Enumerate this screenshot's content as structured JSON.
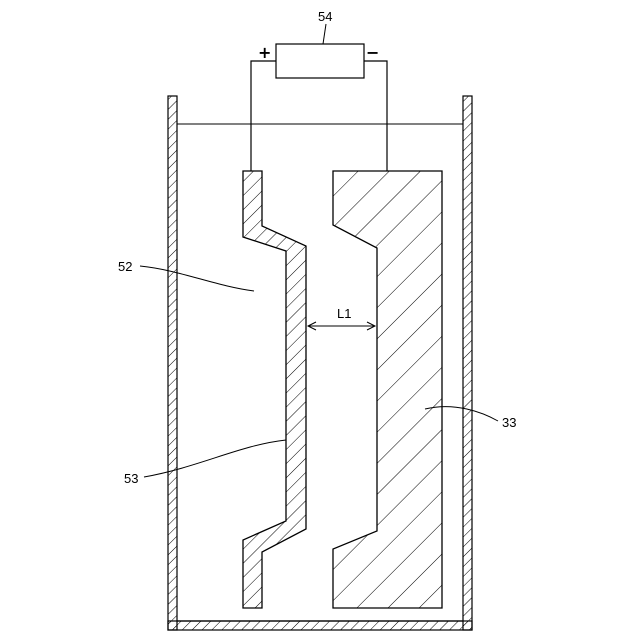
{
  "diagram": {
    "power_source": {
      "label": "54",
      "positive_sign": "+",
      "negative_sign": "−"
    },
    "labels": {
      "left_electrode": "52",
      "left_surface": "53",
      "right_electrode": "33",
      "gap": "L1"
    }
  }
}
